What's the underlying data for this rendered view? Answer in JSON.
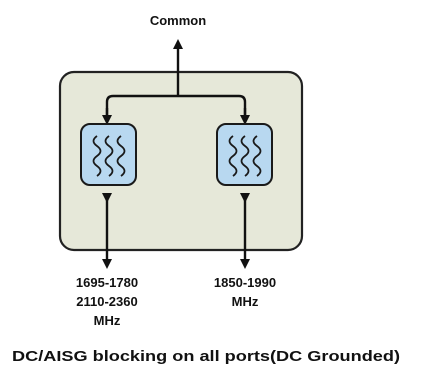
{
  "common_port": {
    "label": "Common"
  },
  "ports": [
    {
      "lines": [
        "1695-1780",
        "2110-2360",
        "MHz"
      ]
    },
    {
      "lines": [
        "1850-1990",
        "MHz"
      ]
    }
  ],
  "caption": "DC/AISG blocking on all ports(DC Grounded)",
  "colors": {
    "enclosure_fill": "#e6e8d9",
    "enclosure_stroke": "#222222",
    "filter_fill": "#b8d8f0",
    "filter_stroke": "#1a1a1a",
    "line": "#111111"
  },
  "icons": {
    "filter": "bandpass-filter-icon"
  }
}
